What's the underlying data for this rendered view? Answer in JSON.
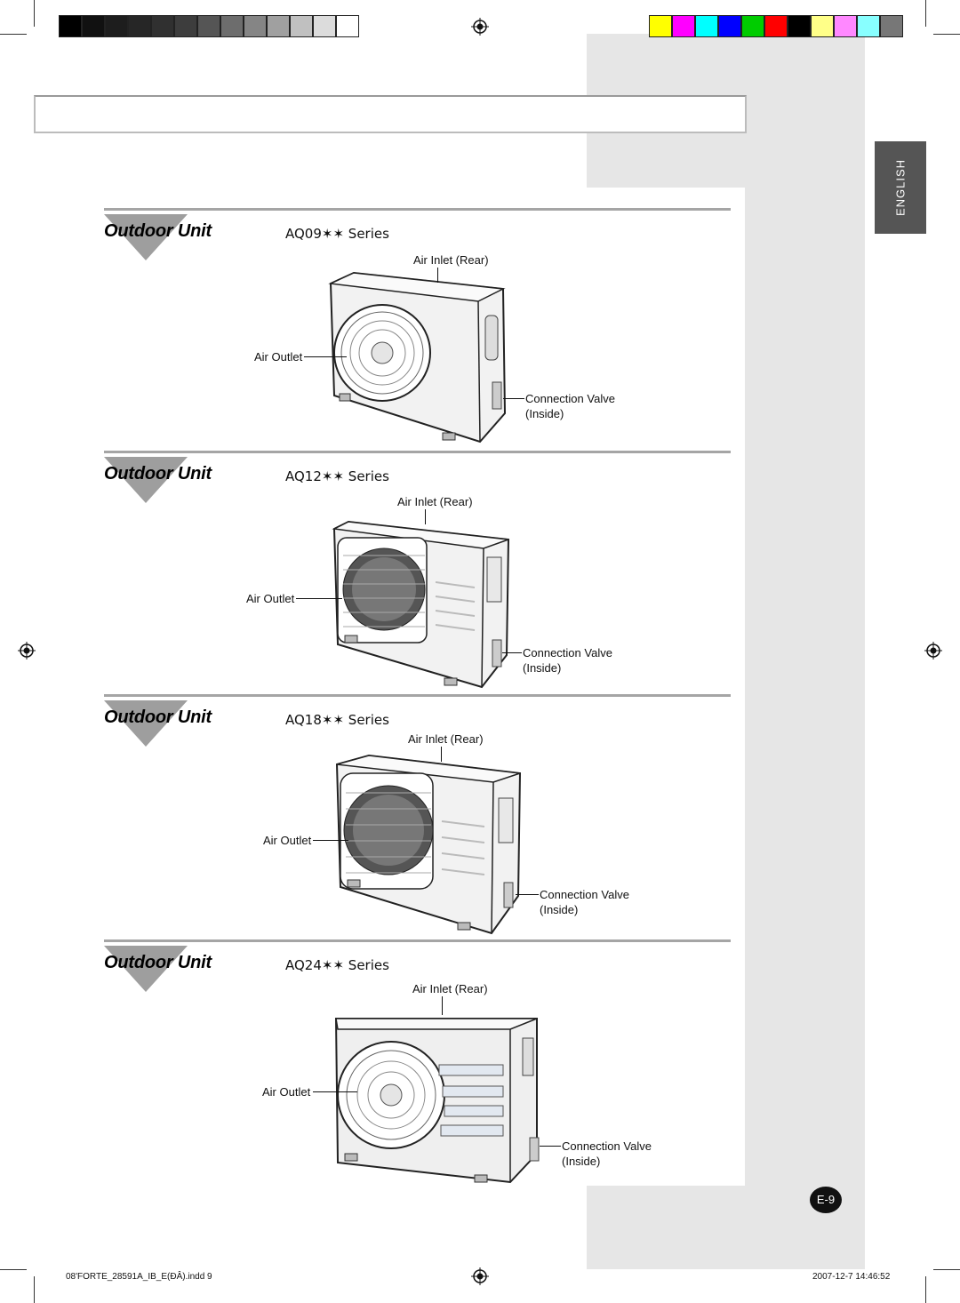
{
  "language_tab": "ENGLISH",
  "page_number": "E-9",
  "footer": {
    "file": "08'FORTE_28591A_IB_E(ÐÂ).indd   9",
    "timestamp": "2007-12-7   14:46:52"
  },
  "colors": {
    "grayscale_bar": [
      "#000000",
      "#111111",
      "#1d1d1d",
      "#262626",
      "#303030",
      "#3d3d3d",
      "#555555",
      "#6d6d6d",
      "#858585",
      "#a0a0a0",
      "#c0c0c0",
      "#dcdcdc",
      "#ffffff"
    ],
    "color_bar": [
      "#ffff00",
      "#ff00ff",
      "#00ffff",
      "#0000ff",
      "#00cc00",
      "#ff0000",
      "#000000",
      "#ffff88",
      "#ff88ff",
      "#88ffff",
      "#777777"
    ],
    "accent_gray": "#9e9e9e",
    "side_band": "#e6e6e6"
  },
  "sections": [
    {
      "title": "Outdoor Unit",
      "series": "AQ09✶✶ Series",
      "labels": {
        "inlet": "Air Inlet (Rear)",
        "outlet": "Air Outlet",
        "valve_line1": "Connection Valve",
        "valve_line2": "(Inside)"
      }
    },
    {
      "title": "Outdoor Unit",
      "series": "AQ12✶✶ Series",
      "labels": {
        "inlet": "Air Inlet (Rear)",
        "outlet": "Air Outlet",
        "valve_line1": "Connection Valve",
        "valve_line2": "(Inside)"
      }
    },
    {
      "title": "Outdoor Unit",
      "series": "AQ18✶✶ Series",
      "labels": {
        "inlet": "Air Inlet (Rear)",
        "outlet": "Air Outlet",
        "valve_line1": "Connection Valve",
        "valve_line2": "(Inside)"
      }
    },
    {
      "title": "Outdoor Unit",
      "series": "AQ24✶✶ Series",
      "labels": {
        "inlet": "Air Inlet (Rear)",
        "outlet": "Air Outlet",
        "valve_line1": "Connection Valve",
        "valve_line2": "(Inside)"
      }
    }
  ]
}
